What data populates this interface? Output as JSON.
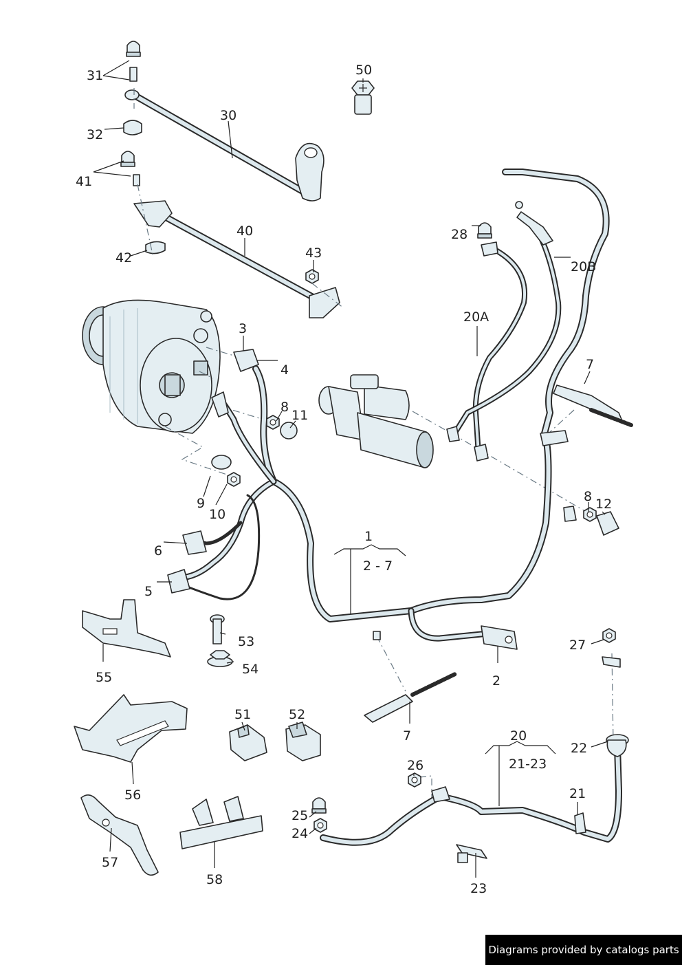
{
  "labels": {
    "l1": "1",
    "l2": "2",
    "l2_7": "2 - 7",
    "l3": "3",
    "l4": "4",
    "l5": "5",
    "l6": "6",
    "l7a": "7",
    "l7b": "7",
    "l8a": "8",
    "l8b": "8",
    "l9": "9",
    "l10": "10",
    "l11": "11",
    "l12": "12",
    "l20": "20",
    "l20a": "20A",
    "l20b": "20B",
    "l21": "21",
    "l21_23": "21-23",
    "l22": "22",
    "l23": "23",
    "l24": "24",
    "l25": "25",
    "l26": "26",
    "l27": "27",
    "l28": "28",
    "l30": "30",
    "l31": "31",
    "l32": "32",
    "l40": "40",
    "l41": "41",
    "l42": "42",
    "l43": "43",
    "l50": "50",
    "l51": "51",
    "l52": "52",
    "l53": "53",
    "l54": "54",
    "l55": "55",
    "l56": "56",
    "l57": "57",
    "l58": "58"
  },
  "footer": {
    "text": "Diagrams provided by catalogs parts"
  },
  "colors": {
    "part_fill": "#e4eef2",
    "outline": "#2a2a2a",
    "footer_bg": "#000000",
    "footer_text": "#ffffff"
  }
}
